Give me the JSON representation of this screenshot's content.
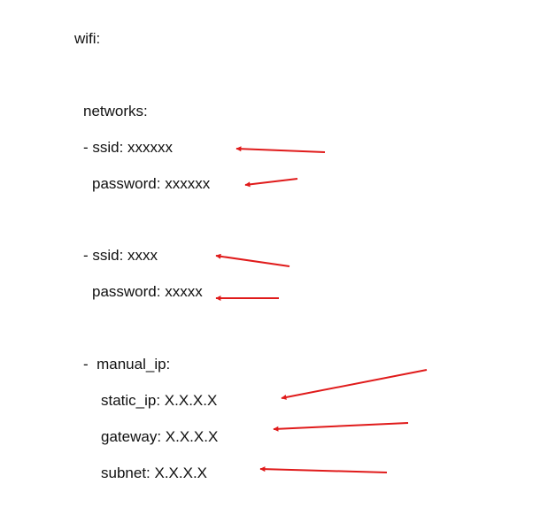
{
  "document": {
    "lines": {
      "wifi": "wifi:",
      "networks": "networks:",
      "ssid_1": "- ssid: xxxxxx",
      "password_1": "password: xxxxxx",
      "ssid_2": "- ssid: xxxx",
      "password_2": "password: xxxxx",
      "manual_ip": "-  manual_ip:",
      "static_ip": "static_ip: X.X.X.X",
      "gateway": "gateway: X.X.X.X",
      "subnet": "subnet: X.X.X.X"
    }
  },
  "colors": {
    "text": "#111111",
    "arrow": "#e01b1b",
    "background": "#ffffff"
  }
}
